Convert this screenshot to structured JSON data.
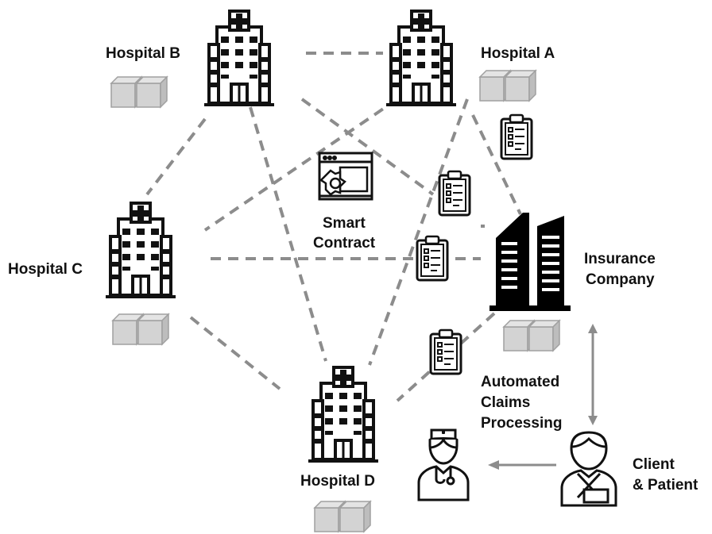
{
  "nodes": {
    "hospital_a": {
      "label": "Hospital A"
    },
    "hospital_b": {
      "label": "Hospital B"
    },
    "hospital_c": {
      "label": "Hospital C"
    },
    "hospital_d": {
      "label": "Hospital D"
    },
    "insurance": {
      "label_line1": "Insurance",
      "label_line2": "Company"
    },
    "smart_contract": {
      "label_line1": "Smart",
      "label_line2": "Contract"
    },
    "automated": {
      "line1": "Automated",
      "line2": "Claims",
      "line3": "Processing"
    },
    "client": {
      "line1": "Client",
      "line2": "& Patient"
    }
  },
  "colors": {
    "link": "#8c8c8c",
    "block_fill": "#d3d3d3",
    "block_stroke": "#a0a0a0",
    "ink": "#111111"
  },
  "icons": [
    "hospital-icon",
    "office-tower-icon",
    "clipboard-icon",
    "blockchain-block-icon",
    "contract-window-gear-icon",
    "nurse-icon",
    "patient-icon"
  ]
}
